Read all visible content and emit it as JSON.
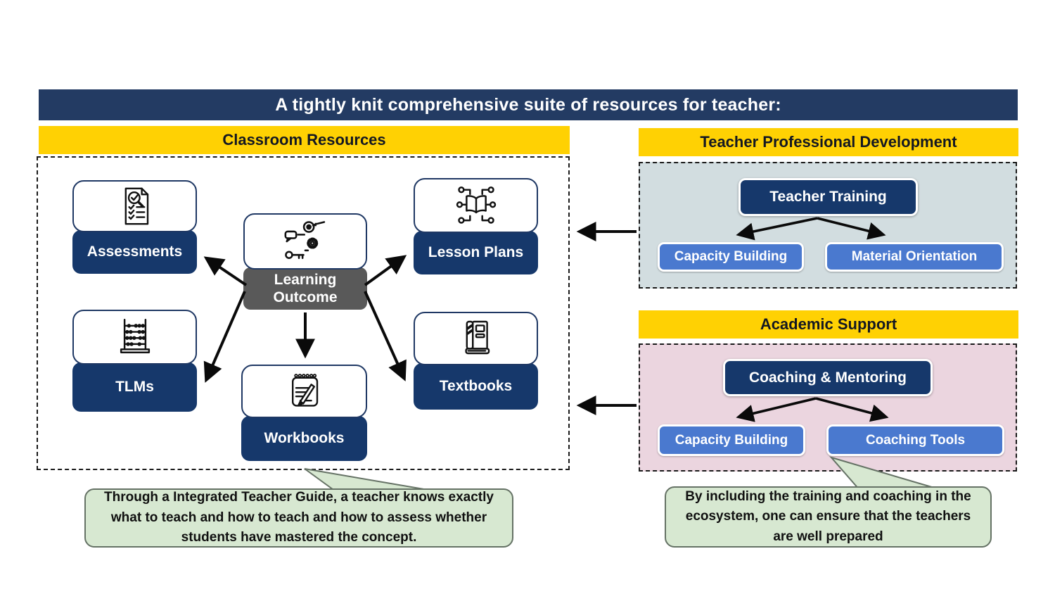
{
  "banner": {
    "title": "A tightly knit comprehensive suite of resources for teacher:"
  },
  "classroom": {
    "header": "Classroom Resources",
    "center": {
      "label": "Learning Outcome",
      "icon": "learning-outcome-target-gear-icon"
    },
    "cards": {
      "assessments": {
        "label": "Assessments",
        "icon": "checklist-magnifier-icon"
      },
      "lesson_plans": {
        "label": "Lesson Plans",
        "icon": "book-network-icon"
      },
      "tlms": {
        "label": "TLMs",
        "icon": "abacus-icon"
      },
      "workbooks": {
        "label": "Workbooks",
        "icon": "notepad-pencil-icon"
      },
      "textbooks": {
        "label": "Textbooks",
        "icon": "book-icon"
      }
    }
  },
  "tpd": {
    "header": "Teacher Professional Development",
    "root": "Teacher Training",
    "children": {
      "left": "Capacity Building",
      "right": "Material Orientation"
    }
  },
  "academic": {
    "header": "Academic Support",
    "root": "Coaching & Mentoring",
    "children": {
      "left": "Capacity Building",
      "right": "Coaching Tools"
    }
  },
  "callouts": {
    "left": "Through a Integrated Teacher Guide, a teacher knows exactly what to teach and how to teach and how to assess whether students have mastered the concept.",
    "right": "By including the training and coaching in the ecosystem, one can ensure that the teachers are well prepared"
  },
  "colors": {
    "banner_navy": "#233B63",
    "node_navy": "#16386B",
    "header_yellow": "#FFD103",
    "child_blue": "#4A79CF",
    "tpd_panel_bg": "#D2DDE0",
    "academic_panel_bg": "#EBD5DF",
    "callout_green": "#D7E8D1",
    "center_gray": "#595959",
    "arrow_black": "#0a0a0a"
  }
}
